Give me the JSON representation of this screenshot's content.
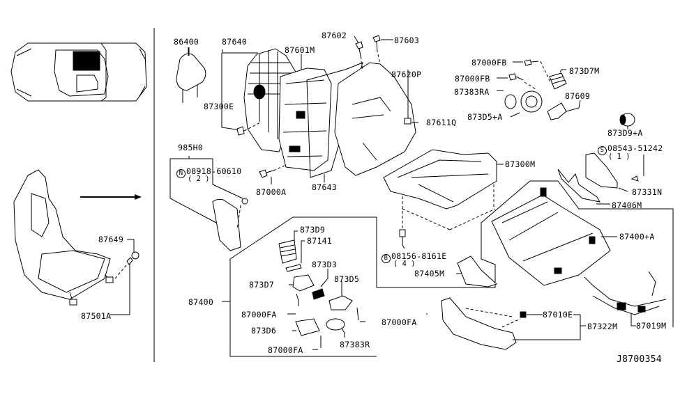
{
  "diagram": {
    "title": "Seat exploded parts diagram",
    "diagram_id": "J8700354",
    "overview": {
      "car_view": "top-view-car-with-highlighted-seat",
      "seat_view": "seat-assembly-perspective",
      "arrow": "arrow-right-icon",
      "labels": {
        "p87649": "87649",
        "p87501A": "87501A"
      }
    },
    "labels": {
      "p86400": "86400",
      "p87640": "87640",
      "p87601M": "87601M",
      "p87602": "87602",
      "p87603": "87603",
      "p87300E": "87300E",
      "p87620P": "87620P",
      "p87611Q": "87611Q",
      "p87000FB_1": "87000FB",
      "p87000FB_2": "87000FB",
      "p873D7M": "873D7M",
      "p87383RA": "87383RA",
      "p873D5A": "873D5+A",
      "p87609": "87609",
      "p873D9A": "873D9+A",
      "p985H0": "985H0",
      "p08918": "08918-60610",
      "p08918_qty": "( 2 )",
      "p08918_prefix": "N",
      "p87000A": "87000A",
      "p87643": "87643",
      "p87300M": "87300M",
      "p08543": "08543-51242",
      "p08543_qty": "( 1 )",
      "p08543_prefix": "S",
      "p87331N": "87331N",
      "p87406M": "87406M",
      "p87400A": "87400+A",
      "p873D9": "873D9",
      "p87141": "87141",
      "p873D3": "873D3",
      "p873D7": "873D7",
      "p873D5": "873D5",
      "p87400": "87400",
      "p87000FA_1": "87000FA",
      "p87000FA_2": "87000FA",
      "p87000FA_3": "87000FA",
      "p873D6": "873D6",
      "p87383R": "87383R",
      "p08156": "08156-8161E",
      "p08156_qty": "( 4 )",
      "p08156_prefix": "B",
      "p87405M": "87405M",
      "p87010E": "87010E",
      "p87322M": "87322M",
      "p87019M": "87019M"
    }
  }
}
